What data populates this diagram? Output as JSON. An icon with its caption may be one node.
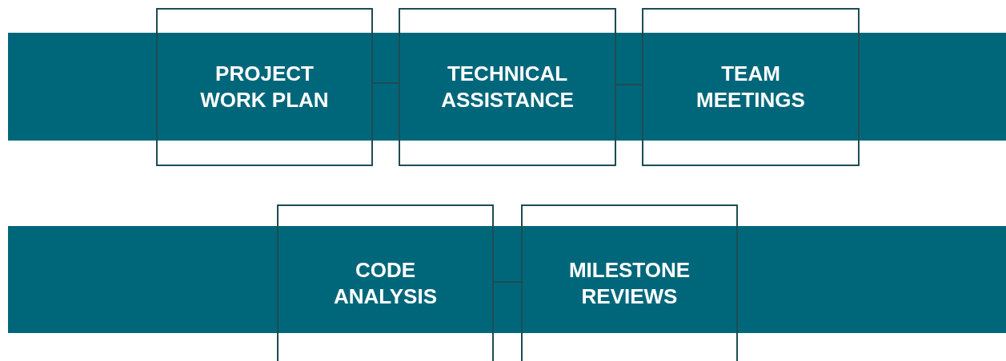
{
  "diagram": {
    "nodes": [
      {
        "text": [
          "PROJECT WORK PLAN"
        ]
      },
      {
        "text": [
          "TECHNICAL ASSISTANCE"
        ]
      },
      {
        "text": [
          "TEAM MEETINGS"
        ]
      },
      {
        "text": [
          "CODE ANALYSIS"
        ]
      },
      {
        "text": [
          "MILESTONE REVIEWS"
        ]
      }
    ],
    "edges": [
      {
        "from": 0,
        "to": 1,
        "arrow": "none"
      },
      {
        "from": 1,
        "to": 2,
        "arrow": "none"
      },
      {
        "from": 3,
        "to": 4,
        "arrow": "none"
      }
    ]
  }
}
